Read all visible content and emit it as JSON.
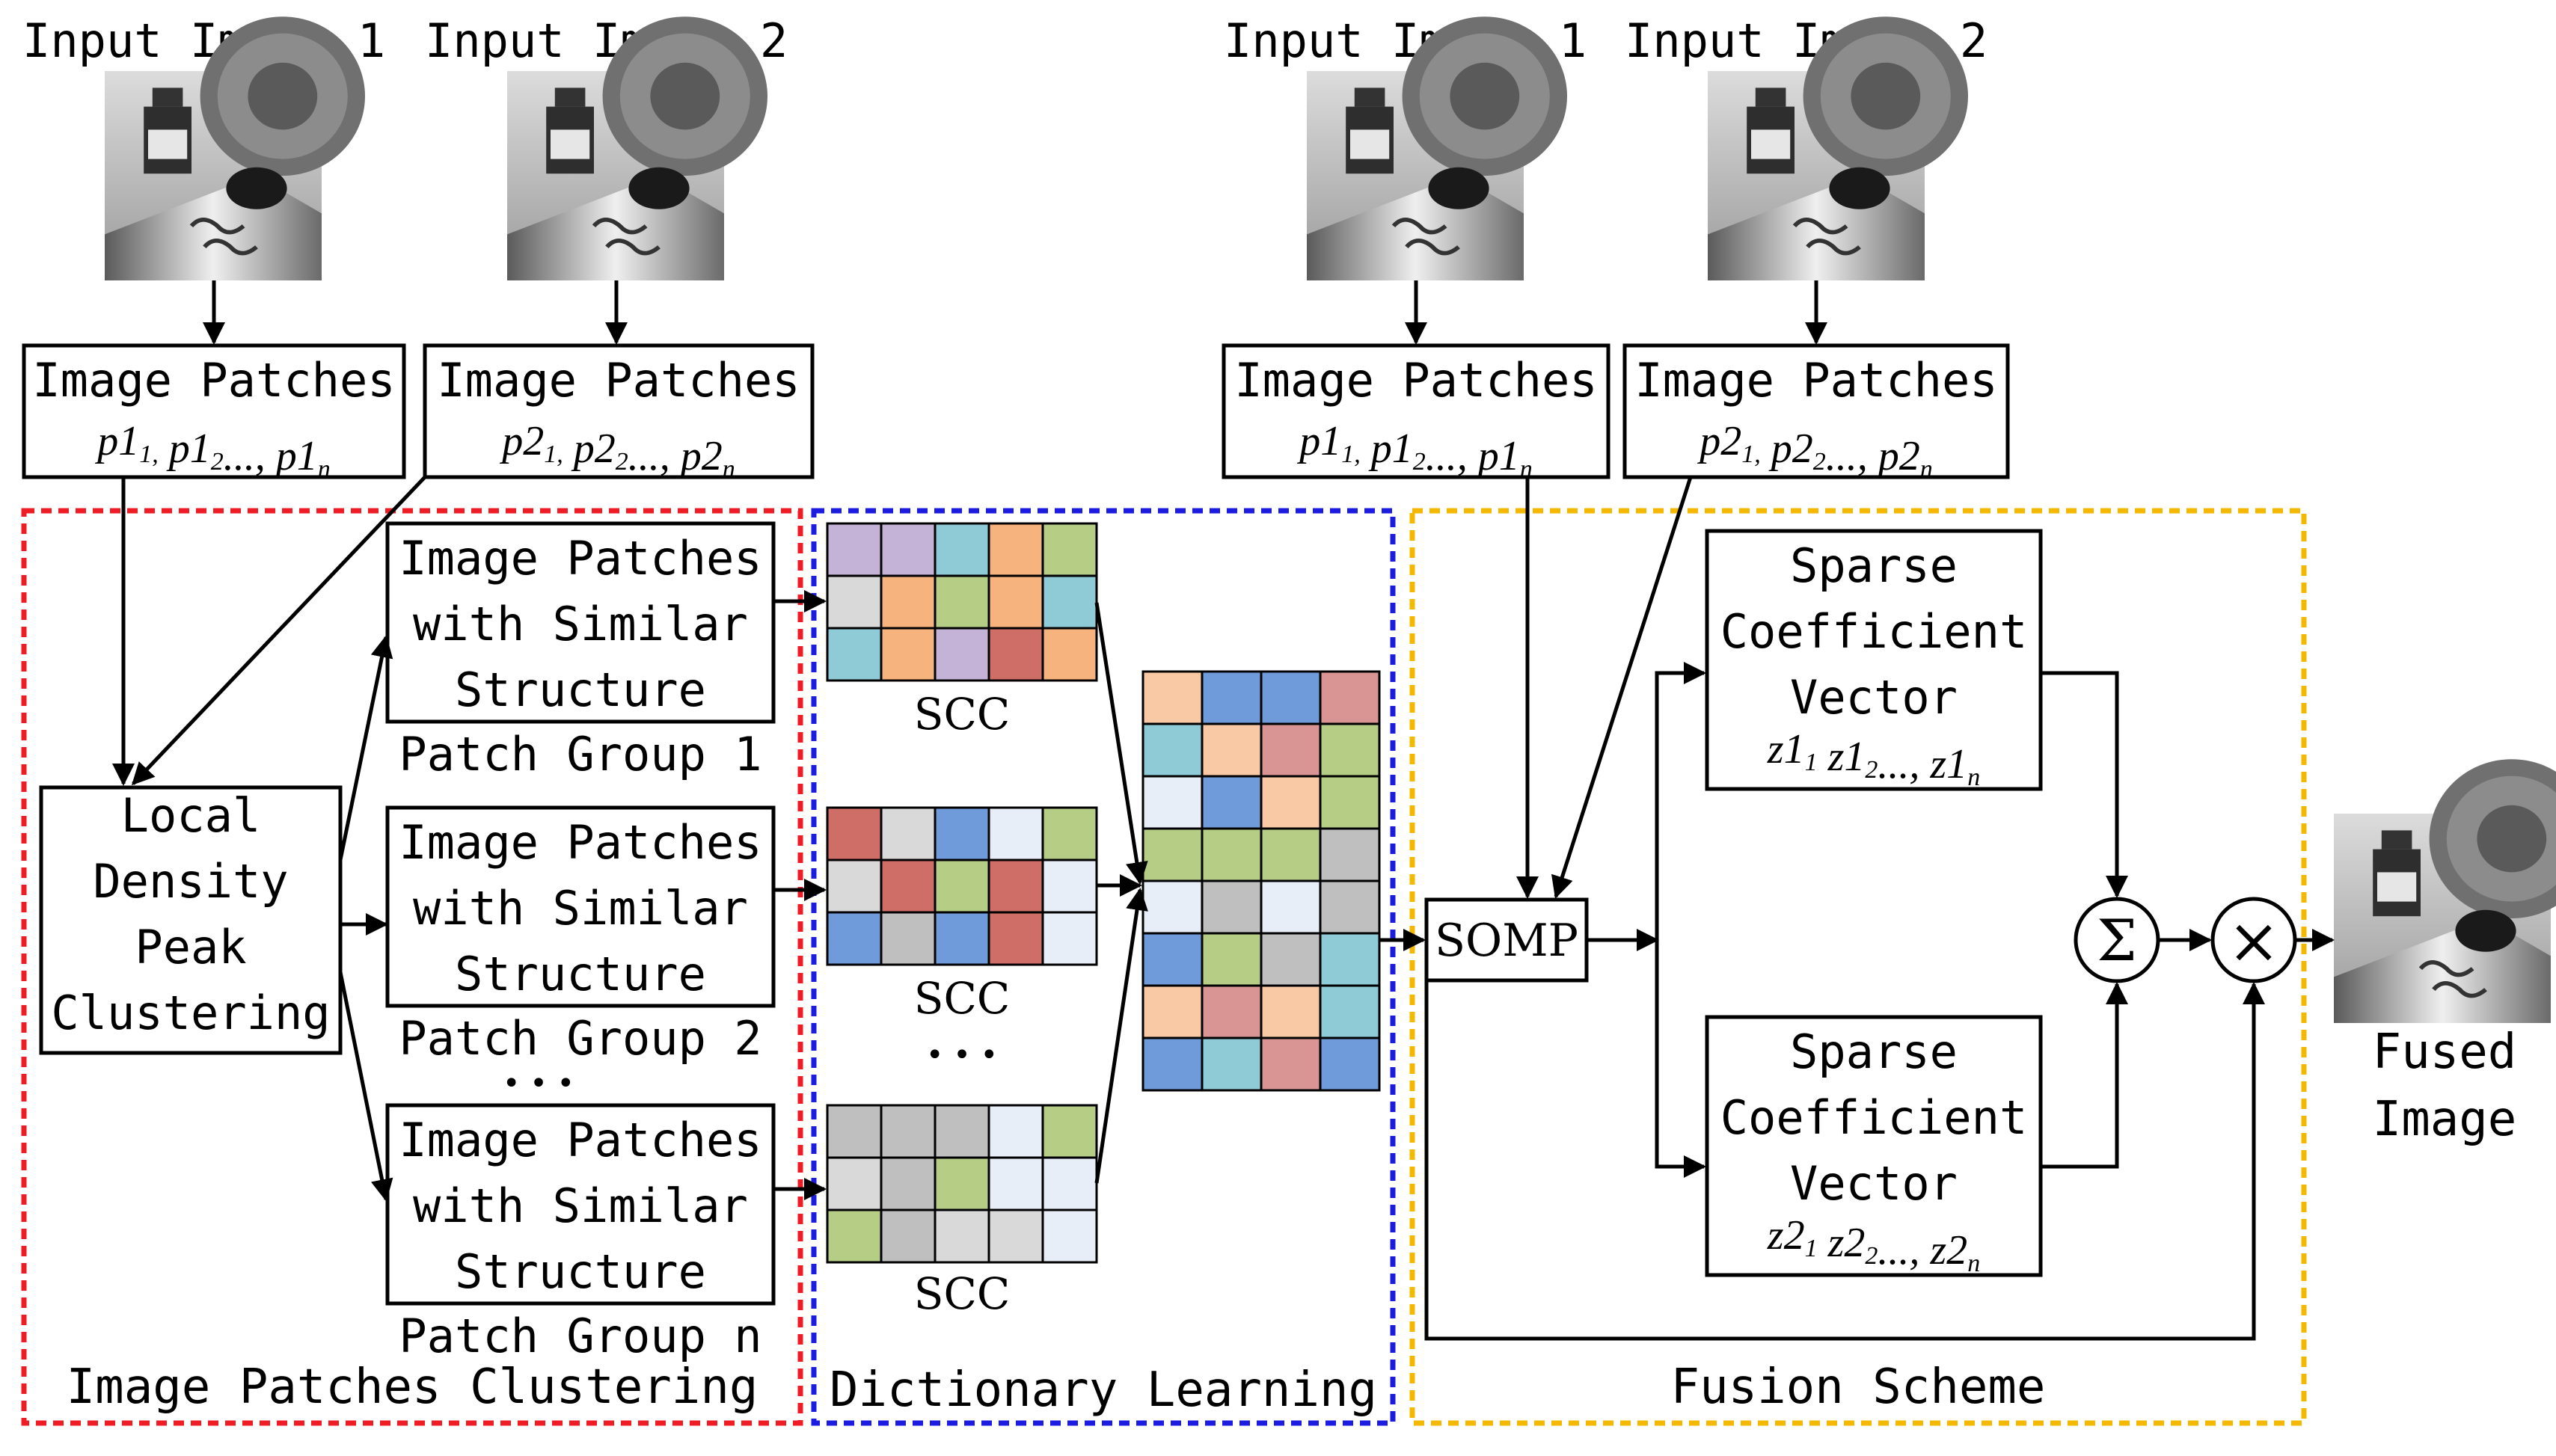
{
  "inputs_left": {
    "input1": "Input Image 1",
    "input2": "Input Image 2"
  },
  "inputs_right": {
    "input1": "Input Image 1",
    "input2": "Input Image 2"
  },
  "patch_boxes": {
    "title": "Image Patches",
    "seq1": {
      "base": "p1",
      "subs": [
        "1,",
        "2",
        "n"
      ],
      "ellipsis": "..."
    },
    "seq2": {
      "base": "p2",
      "subs": [
        "1,",
        "2",
        "n"
      ],
      "ellipsis": "..."
    }
  },
  "clustering": {
    "ldpc_lines": [
      "Local",
      "Density",
      "Peak",
      "Clustering"
    ],
    "similar_lines": [
      "Image Patches",
      "with Similar",
      "Structure"
    ],
    "group_labels": [
      "Patch Group 1",
      "Patch Group 2",
      "Patch Group n"
    ],
    "dots": "• • •",
    "region_label": "Image Patches Clustering"
  },
  "dictionary": {
    "scc_label": "SCC",
    "dots": "• • •",
    "region_label": "Dictionary Learning"
  },
  "fusion": {
    "somp": "SOMP",
    "sparse_lines": [
      "Sparse",
      "Coefficient",
      "Vector"
    ],
    "z1": {
      "base": "z1",
      "subs": [
        "1",
        "2",
        "n"
      ],
      "ellipsis": "..."
    },
    "z2": {
      "base": "z2",
      "subs": [
        "1",
        "2",
        "n"
      ],
      "ellipsis": "..."
    },
    "sum_symbol": "Σ",
    "product_symbol": "×",
    "region_label": "Fusion Scheme"
  },
  "output_lines": [
    "Fused",
    "Image"
  ],
  "colors": {
    "clustering_border": "#ee1c24",
    "dictionary_border": "#1c1ce0",
    "fusion_border": "#f5b800",
    "clustering_text": "#ee1c24",
    "dictionary_text": "#1c1ce0",
    "fusion_text": "#f5a623",
    "palette": {
      "P": "#c4b3d6",
      "T": "#8ecbd6",
      "O": "#f6b37e",
      "G": "#b5cd85",
      "L": "#d9d9d9",
      "R": "#cf6e66",
      "B": "#6f9bdb",
      "W": "#e7eef8",
      "M": "#bfbfbf",
      "S": "#f9c8a5",
      "K": "#d89593"
    }
  },
  "matrices": {
    "scc1": [
      "PPTOG",
      "LOGOT",
      "TOPRO"
    ],
    "scc2": [
      "RLBWG",
      "LRGRW",
      "BMBRW"
    ],
    "sccn": [
      "MMMWG",
      "LMGWW",
      "GMLLW"
    ],
    "dict": [
      "SBBK",
      "TSKG",
      "WBSG",
      "GGGM",
      "WMWM",
      "BGMT",
      "SKST",
      "BTKB"
    ]
  }
}
